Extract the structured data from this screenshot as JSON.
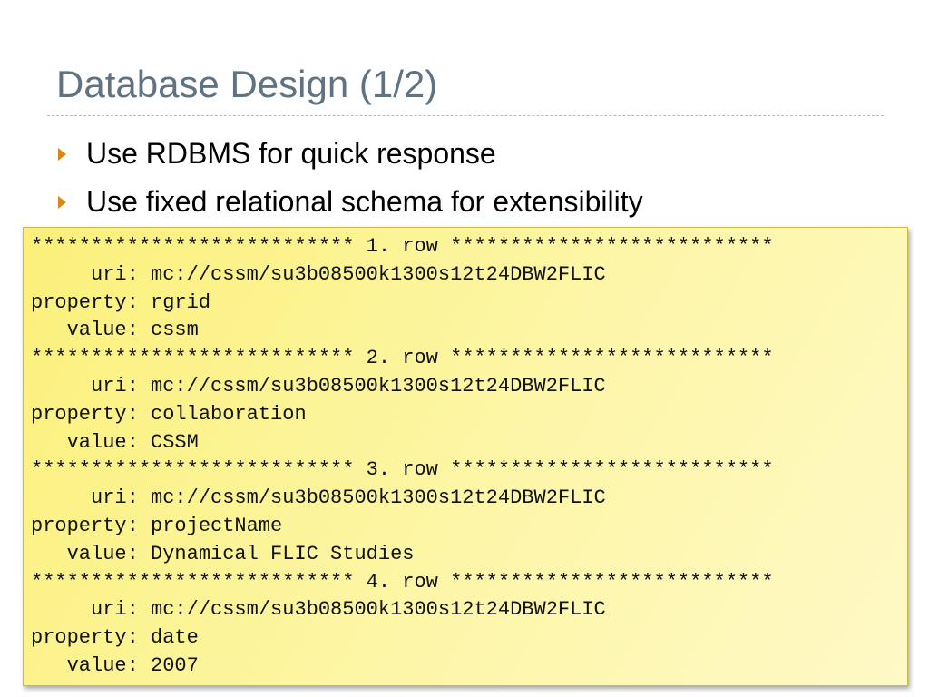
{
  "slide": {
    "title": "Database Design (1/2)"
  },
  "bullets": [
    "Use RDBMS for quick response",
    "Use fixed relational schema for extensibility"
  ],
  "code_lines": [
    "*************************** 1. row ***************************",
    "     uri: mc://cssm/su3b08500k1300s12t24DBW2FLIC",
    "property: rgrid",
    "   value: cssm",
    "*************************** 2. row ***************************",
    "     uri: mc://cssm/su3b08500k1300s12t24DBW2FLIC",
    "property: collaboration",
    "   value: CSSM",
    "*************************** 3. row ***************************",
    "     uri: mc://cssm/su3b08500k1300s12t24DBW2FLIC",
    "property: projectName",
    "   value: Dynamical FLIC Studies",
    "*************************** 4. row ***************************",
    "     uri: mc://cssm/su3b08500k1300s12t24DBW2FLIC",
    "property: date",
    "   value: 2007"
  ],
  "colors": {
    "title": "#5f7383",
    "bullet_marker": "#d9871a",
    "code_background": "#fbf07a"
  },
  "icons": {
    "bullet": "triangle-right-icon"
  }
}
